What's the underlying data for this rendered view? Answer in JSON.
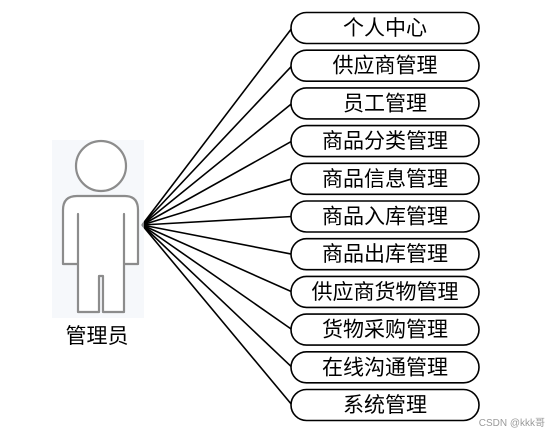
{
  "actor": {
    "label": "管理员",
    "icon": "person-icon"
  },
  "use_cases": [
    {
      "label": "个人中心"
    },
    {
      "label": "供应商管理"
    },
    {
      "label": "员工管理"
    },
    {
      "label": "商品分类管理"
    },
    {
      "label": "商品信息管理"
    },
    {
      "label": "商品入库管理"
    },
    {
      "label": "商品出库管理"
    },
    {
      "label": "供应商货物管理"
    },
    {
      "label": "货物采购管理"
    },
    {
      "label": "在线沟通管理"
    },
    {
      "label": "系统管理"
    }
  ],
  "watermark": "CSDN @kkk哥",
  "colors": {
    "line": "#000000",
    "actor_outline": "#8c8c8c",
    "actor_glow": "#dfe8f2"
  }
}
